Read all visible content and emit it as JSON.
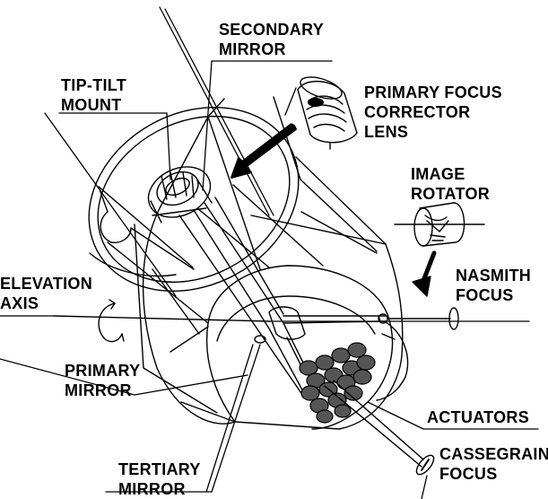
{
  "labels": {
    "secondary_mirror": {
      "line1": "SECONDARY",
      "line2": "MIRROR"
    },
    "tip_tilt_mount": {
      "line1": "TIP-TILT",
      "line2": "MOUNT"
    },
    "primary_focus_corrector": {
      "line1": "PRIMARY FOCUS",
      "line2": "CORRECTOR",
      "line3": "LENS"
    },
    "image_rotator": {
      "line1": "IMAGE",
      "line2": "ROTATOR"
    },
    "elevation_axis": {
      "line1": "ELEVATION",
      "line2": "AXIS"
    },
    "nasmith_focus": {
      "line1": "NASMITH",
      "line2": "FOCUS"
    },
    "primary_mirror": {
      "line1": "PRIMARY",
      "line2": "MIRROR"
    },
    "actuators": {
      "line1": "ACTUATORS"
    },
    "cassegrain_focus": {
      "line1": "CASSEGRAIN",
      "line2": "FOCUS"
    },
    "tertiary_mirror": {
      "line1": "TERTIARY",
      "line2": "MIRROR"
    }
  },
  "colors": {
    "ink": "#000000",
    "paper": "#ffffff",
    "actuator_fill": "#555555"
  }
}
